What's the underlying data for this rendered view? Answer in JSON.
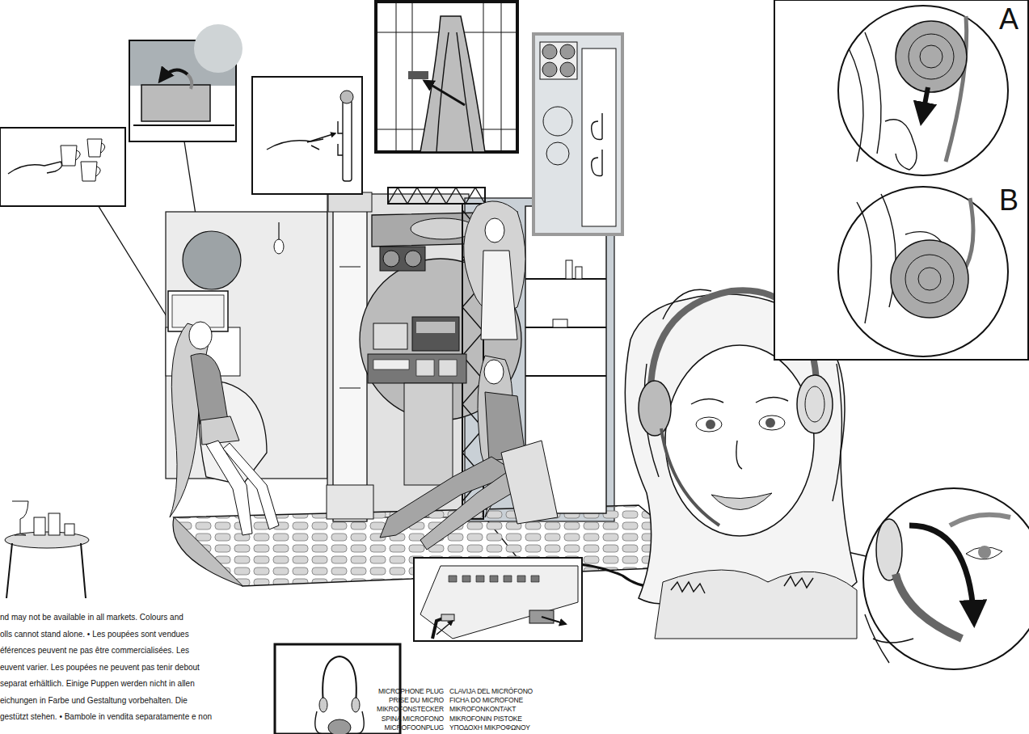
{
  "diagram": {
    "labels": [
      "A",
      "B",
      "nd may not be available in all markets. Colours and",
      "olls cannot stand alone. • Les poupées sont vendues",
      "éférences peuvent ne pas être commercialisées. Les",
      "euvent varier. Les poupées ne peuvent pas tenir debout",
      "separat erhältlich. Einige Puppen werden nicht in allen",
      "eichungen in Farbe und Gestaltung vorbehalten. Die",
      "gestützt stehen. • Bambole in vendita separatamente e non",
      "MICROPHONE PLUG",
      "PRISE DU MICRO",
      "MIKROFONSTECKER",
      "SPINA MICROFONO",
      "MICROFOONPLUG",
      "CLAVIJA DEL MICRÓFONO",
      "FICHA DO MICROFONE",
      "MIKROFONKONTAKT",
      "MIKROFONIN PISTOKE",
      "ΥΠΟΔΟΧΗ ΜΙΚΡΟΦΩΝΟΥ"
    ]
  }
}
